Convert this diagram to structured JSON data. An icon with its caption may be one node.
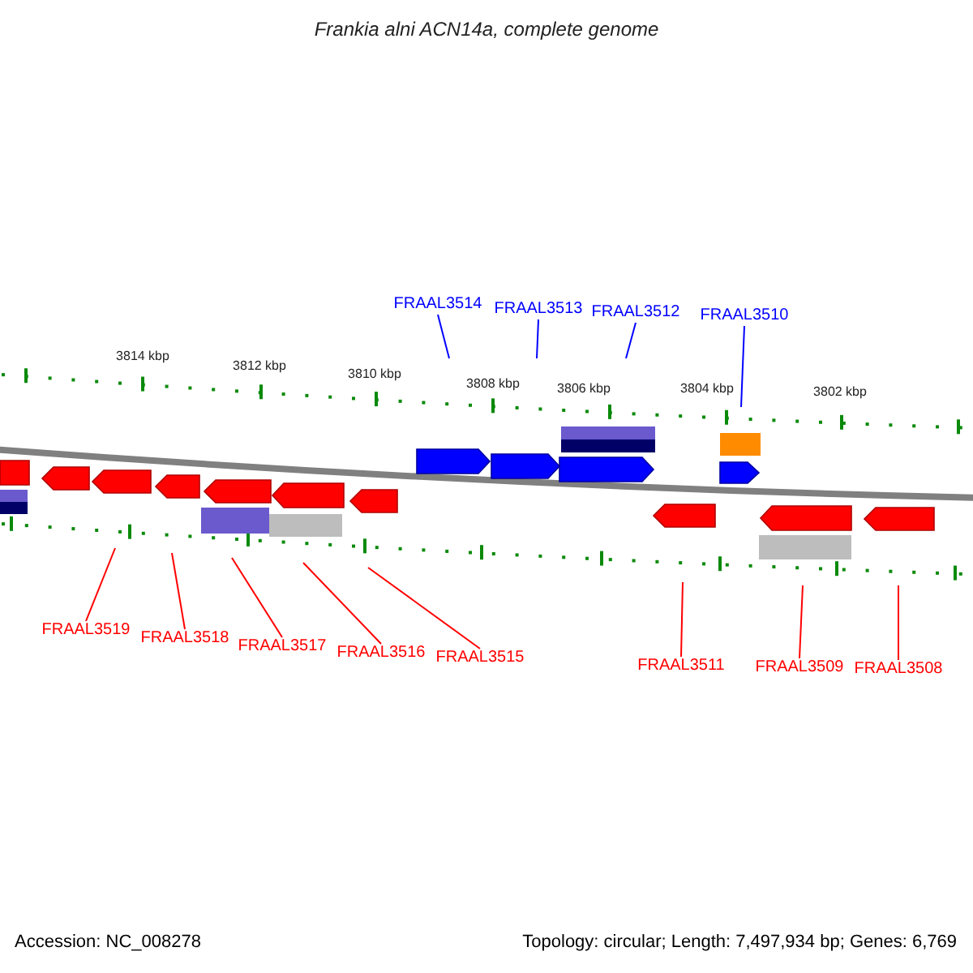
{
  "diagram": {
    "title": "Frankia alni ACN14a, complete genome",
    "nodes": [
      {
        "text": [
          "FRAAL3514"
        ]
      },
      {
        "text": [
          "FRAAL3513"
        ]
      },
      {
        "text": [
          "FRAAL3512"
        ]
      },
      {
        "text": [
          "FRAAL3510"
        ]
      },
      {
        "text": [
          "FRAAL3519"
        ]
      },
      {
        "text": [
          "FRAAL3518"
        ]
      },
      {
        "text": [
          "FRAAL3517"
        ]
      },
      {
        "text": [
          "FRAAL3516"
        ]
      },
      {
        "text": [
          "FRAAL3515"
        ]
      },
      {
        "text": [
          "FRAAL3511"
        ]
      },
      {
        "text": [
          "FRAAL3509"
        ]
      },
      {
        "text": [
          "FRAAL3508"
        ]
      }
    ],
    "edges": [
      {
        "from": 0,
        "to": null,
        "arrow": "none",
        "color": "#0000ff"
      },
      {
        "from": 1,
        "to": null,
        "arrow": "none",
        "color": "#0000ff"
      },
      {
        "from": 2,
        "to": null,
        "arrow": "none",
        "color": "#0000ff"
      },
      {
        "from": 3,
        "to": null,
        "arrow": "none",
        "color": "#0000ff"
      },
      {
        "from": 4,
        "to": null,
        "arrow": "none"
      },
      {
        "from": 5,
        "to": null,
        "arrow": "none"
      },
      {
        "from": 6,
        "to": null,
        "arrow": "none"
      },
      {
        "from": 7,
        "to": null,
        "arrow": "none"
      },
      {
        "from": 8,
        "to": null,
        "arrow": "none"
      },
      {
        "from": 9,
        "to": null,
        "arrow": "none"
      },
      {
        "from": 10,
        "to": null,
        "arrow": "none"
      },
      {
        "from": 11,
        "to": null,
        "arrow": "none"
      }
    ],
    "labels": [
      "3814 kbp",
      "3812 kbp",
      "3810 kbp",
      "3808 kbp",
      "3806 kbp",
      "3804 kbp",
      "3802 kbp",
      "Accession: NC_008278",
      "Topology: circular; Length: 7,497,934 bp; Genes: 6,769"
    ]
  }
}
